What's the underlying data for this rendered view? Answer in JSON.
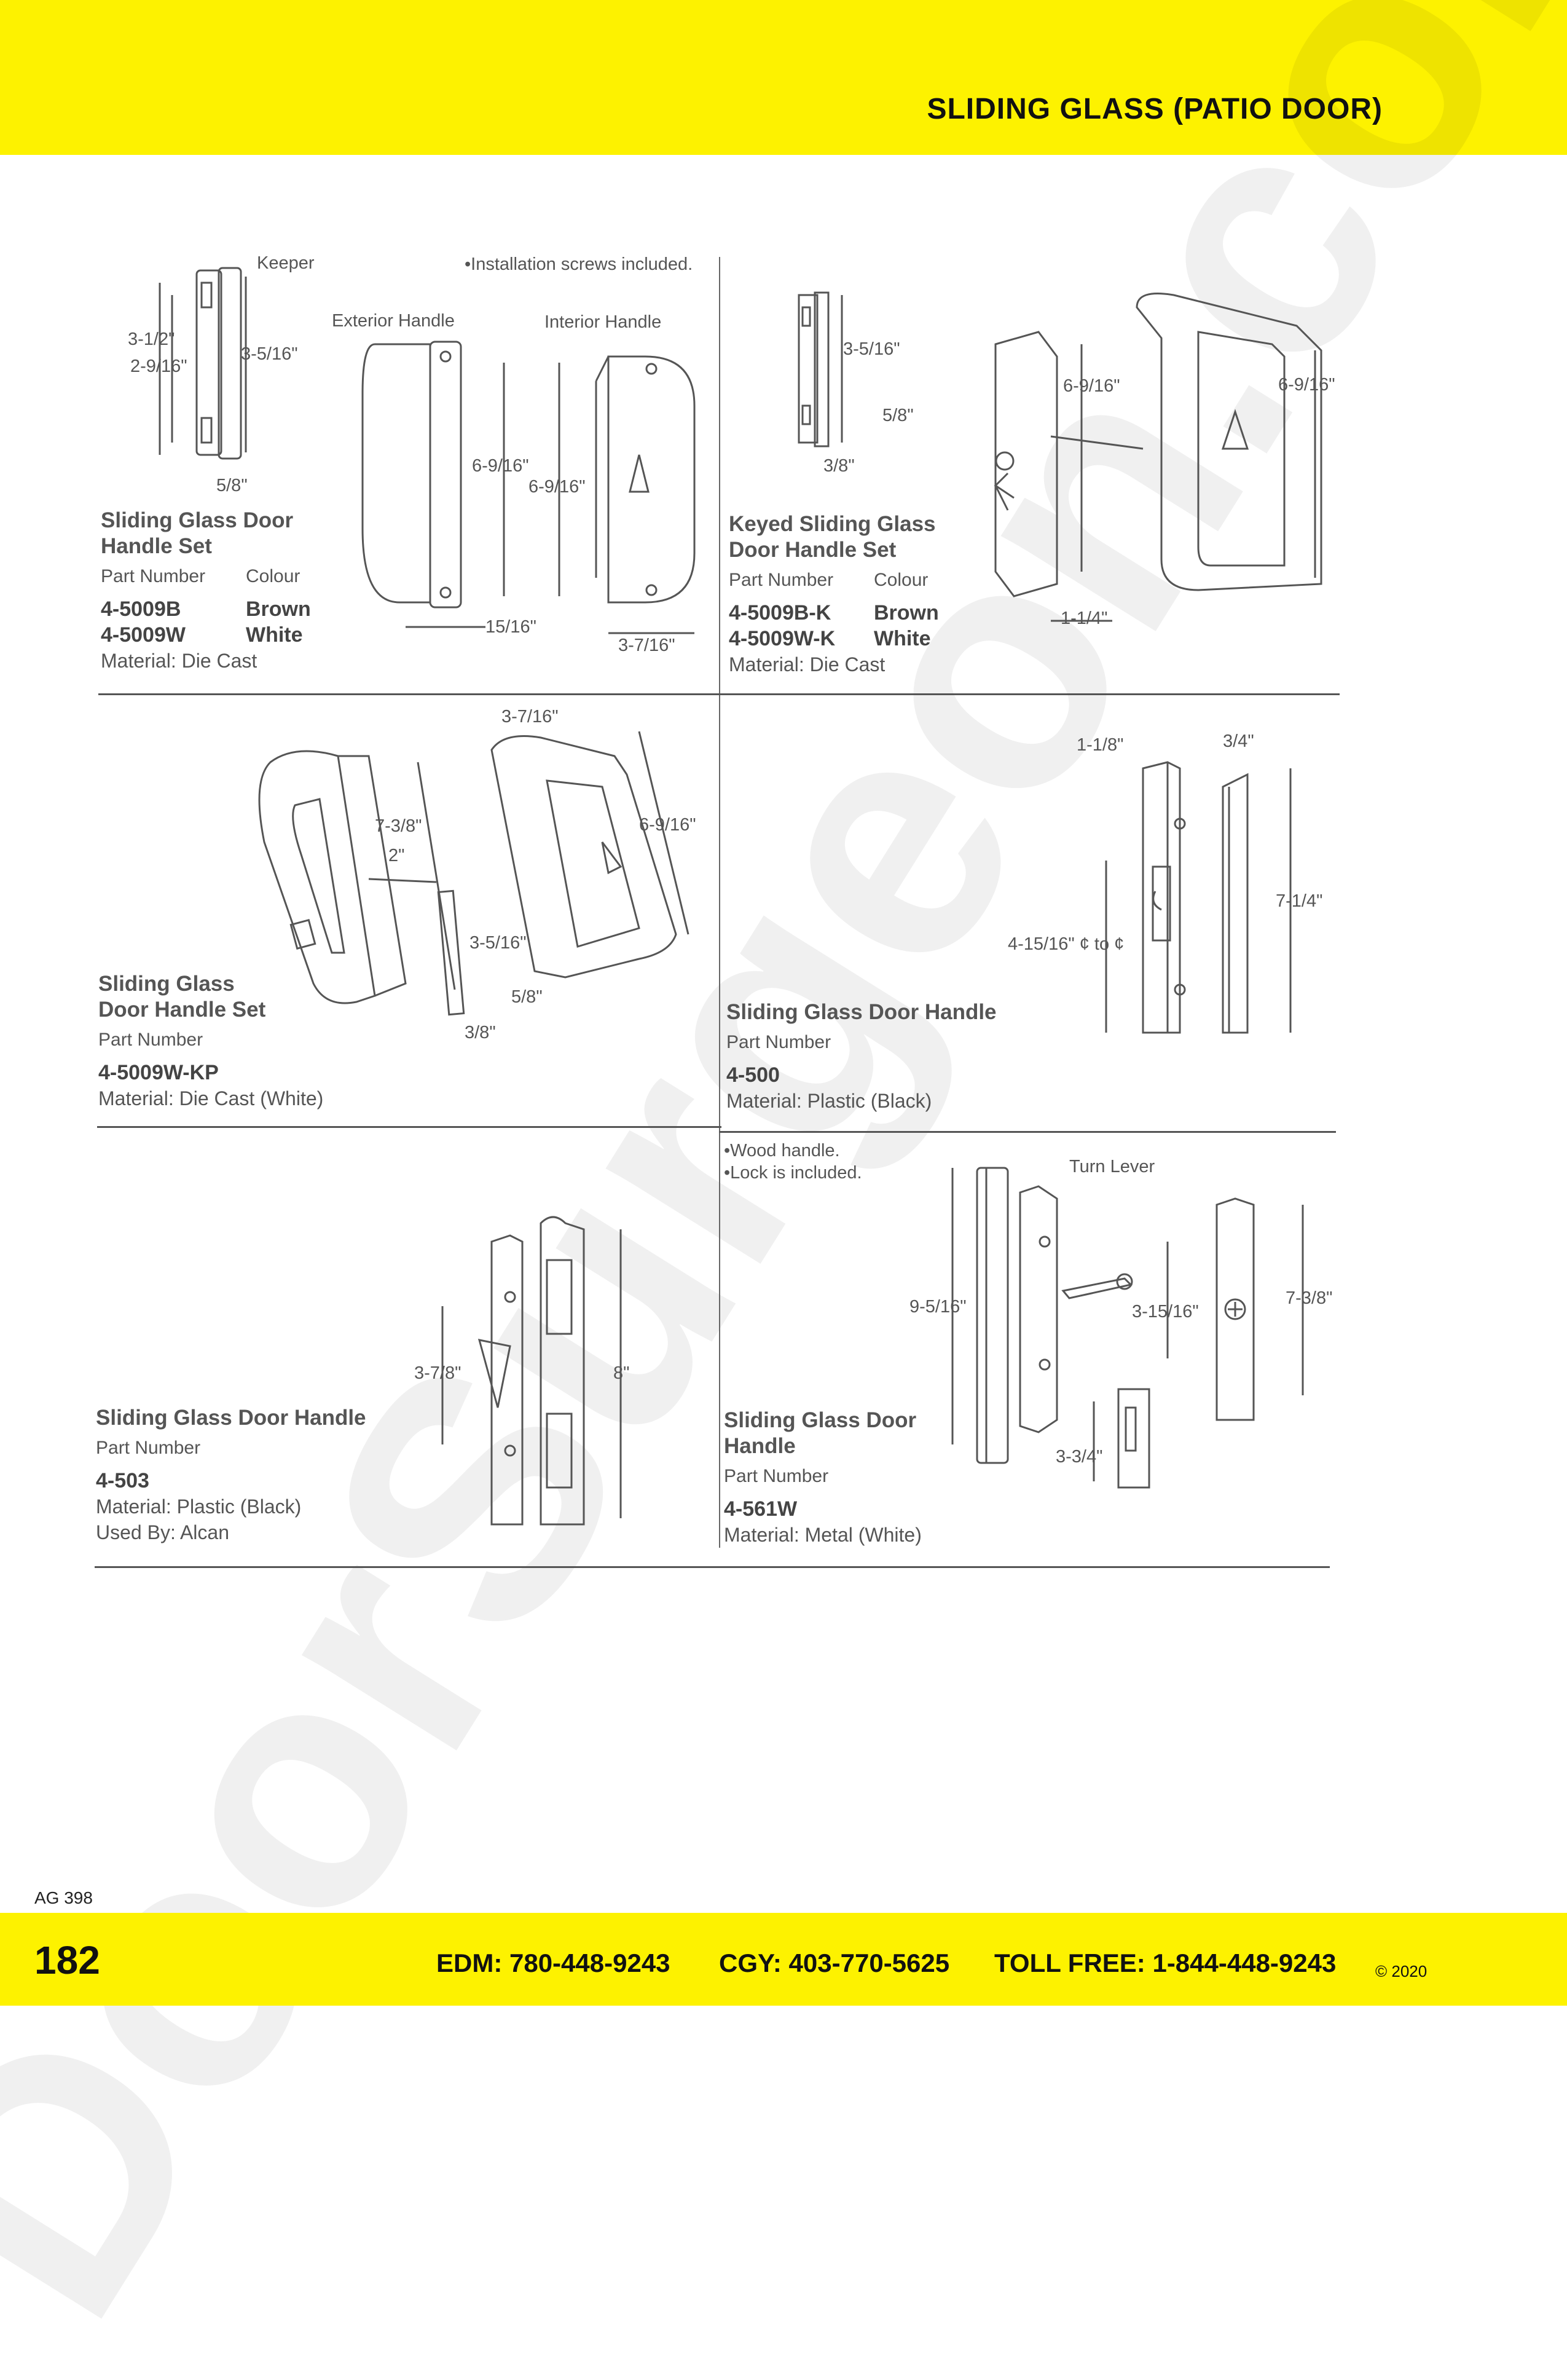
{
  "header": {
    "title": "SLIDING GLASS (PATIO DOOR)"
  },
  "watermark": "DoorSurgeon.com",
  "products": [
    {
      "title": [
        "Sliding Glass Door",
        "Handle Set"
      ],
      "part_label": "Part Number",
      "colour_label": "Colour",
      "parts": [
        {
          "number": "4-5009B",
          "colour": "Brown"
        },
        {
          "number": "4-5009W",
          "colour": "White"
        }
      ],
      "material_label": "Material:",
      "material": "Die Cast",
      "notes": [
        "•Installation screws included."
      ],
      "annotations": [
        "Keeper",
        "3-1/2\"",
        "2-9/16\"",
        "3-5/16\"",
        "5/8\"",
        "Exterior Handle",
        "Interior Handle",
        "6-9/16\"",
        "6-9/16\"",
        "15/16\"",
        "3-7/16\""
      ]
    },
    {
      "title": [
        "Keyed Sliding Glass",
        "Door Handle Set"
      ],
      "part_label": "Part Number",
      "colour_label": "Colour",
      "parts": [
        {
          "number": "4-5009B-K",
          "colour": "Brown"
        },
        {
          "number": "4-5009W-K",
          "colour": "White"
        }
      ],
      "material_label": "Material:",
      "material": "Die Cast",
      "annotations": [
        "3-5/16\"",
        "5/8\"",
        "3/8\"",
        "6-9/16\"",
        "6-9/16\"",
        "1-1/4\""
      ]
    },
    {
      "title": [
        "Sliding Glass",
        "Door Handle Set"
      ],
      "part_label": "Part Number",
      "parts": [
        {
          "number": "4-5009W-KP"
        }
      ],
      "material_label": "Material:",
      "material": "Die Cast (White)",
      "annotations": [
        "3-7/16\"",
        "7-3/8\"",
        "2\"",
        "6-9/16\"",
        "3-5/16\"",
        "5/8\"",
        "3/8\""
      ]
    },
    {
      "title": [
        "Sliding Glass Door Handle"
      ],
      "part_label": "Part Number",
      "parts": [
        {
          "number": "4-500"
        }
      ],
      "material_label": "Material:",
      "material": "Plastic (Black)",
      "annotations": [
        "1-1/8\"",
        "3/4\"",
        "7-1/4\"",
        "4-15/16\" ¢ to ¢"
      ]
    },
    {
      "title": [
        "Sliding Glass Door Handle"
      ],
      "part_label": "Part Number",
      "parts": [
        {
          "number": "4-503"
        }
      ],
      "material_label": "Material:",
      "material": "Plastic (Black)",
      "used_by_label": "Used By:",
      "used_by": "Alcan",
      "annotations": [
        "3-7/8\"",
        "8\""
      ]
    },
    {
      "title": [
        "Sliding Glass Door",
        "Handle"
      ],
      "part_label": "Part Number",
      "parts": [
        {
          "number": "4-561W"
        }
      ],
      "material_label": "Material:",
      "material": "Metal (White)",
      "notes": [
        "•Wood handle.",
        "•Lock is included."
      ],
      "annotations": [
        "Turn Lever",
        "9-5/16\"",
        "3-15/16\"",
        "7-3/8\"",
        "3-3/4\""
      ]
    }
  ],
  "footer": {
    "ag_code": "AG 398",
    "page_number": "182",
    "edm": "EDM: 780-448-9243",
    "cgy": "CGY: 403-770-5625",
    "toll_free": "TOLL FREE: 1-844-448-9243",
    "copyright": "© 2020"
  }
}
